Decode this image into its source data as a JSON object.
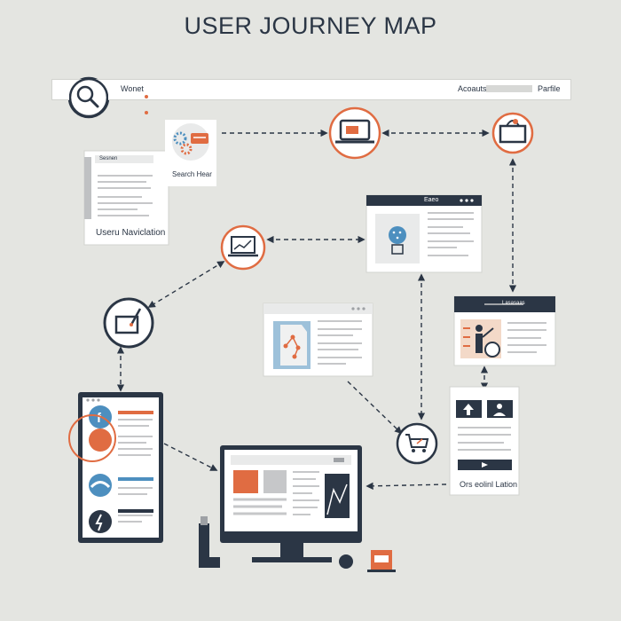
{
  "title": "USER JOURNEY MAP",
  "search_bar": {
    "left_text": "Wonet",
    "right_text": "Acoauts",
    "far_right_text": "Parfile"
  },
  "nodes": {
    "navigation_card_header": "Sesnen",
    "navigation_label": "Useru Naviclation",
    "search_hear_label": "Search Hear",
    "info_card_header": "Eaeo",
    "bottom_right_card_header": "Lasasaas",
    "location_label": "Ors eolinl Lation"
  },
  "colors": {
    "accent": "#e06c42",
    "navy": "#2b3645",
    "bg": "#e4e5e1",
    "blue": "#4d8fbf"
  }
}
